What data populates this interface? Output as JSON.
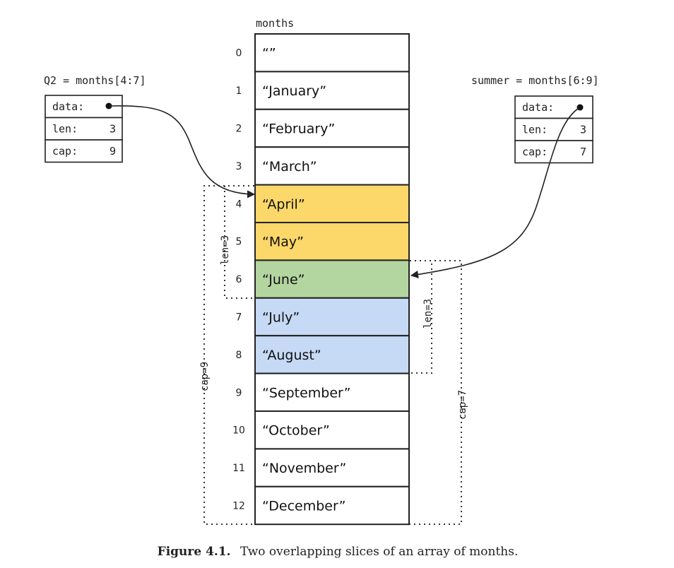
{
  "array": {
    "name": "months",
    "cells": [
      {
        "index": "0",
        "value": "“”",
        "slice": "none"
      },
      {
        "index": "1",
        "value": "“January”",
        "slice": "none"
      },
      {
        "index": "2",
        "value": "“February”",
        "slice": "none"
      },
      {
        "index": "3",
        "value": "“March”",
        "slice": "none"
      },
      {
        "index": "4",
        "value": "“April”",
        "slice": "q2"
      },
      {
        "index": "5",
        "value": "“May”",
        "slice": "q2"
      },
      {
        "index": "6",
        "value": "“June”",
        "slice": "both"
      },
      {
        "index": "7",
        "value": "“July”",
        "slice": "summer"
      },
      {
        "index": "8",
        "value": "“August”",
        "slice": "summer"
      },
      {
        "index": "9",
        "value": "“September”",
        "slice": "none"
      },
      {
        "index": "10",
        "value": "“October”",
        "slice": "none"
      },
      {
        "index": "11",
        "value": "“November”",
        "slice": "none"
      },
      {
        "index": "12",
        "value": "“December”",
        "slice": "none"
      }
    ]
  },
  "colors": {
    "q2": "#fcd769",
    "both": "#b3d5a0",
    "summer": "#c6d9f5",
    "none": "#ffffff",
    "stroke": "#222222"
  },
  "slices": {
    "q2": {
      "label": "Q2 = months[4:7]",
      "fields": [
        {
          "name": "data:",
          "value": ""
        },
        {
          "name": "len:",
          "value": "3"
        },
        {
          "name": "cap:",
          "value": "9"
        }
      ],
      "len_label": "len=3",
      "cap_label": "cap=9"
    },
    "summer": {
      "label": "summer = months[6:9]",
      "fields": [
        {
          "name": "data:",
          "value": ""
        },
        {
          "name": "len:",
          "value": "3"
        },
        {
          "name": "cap:",
          "value": "7"
        }
      ],
      "len_label": "len=3",
      "cap_label": "cap=7"
    }
  },
  "caption": {
    "label": "Figure 4.1.",
    "text": "Two overlapping slices of an array of months."
  }
}
